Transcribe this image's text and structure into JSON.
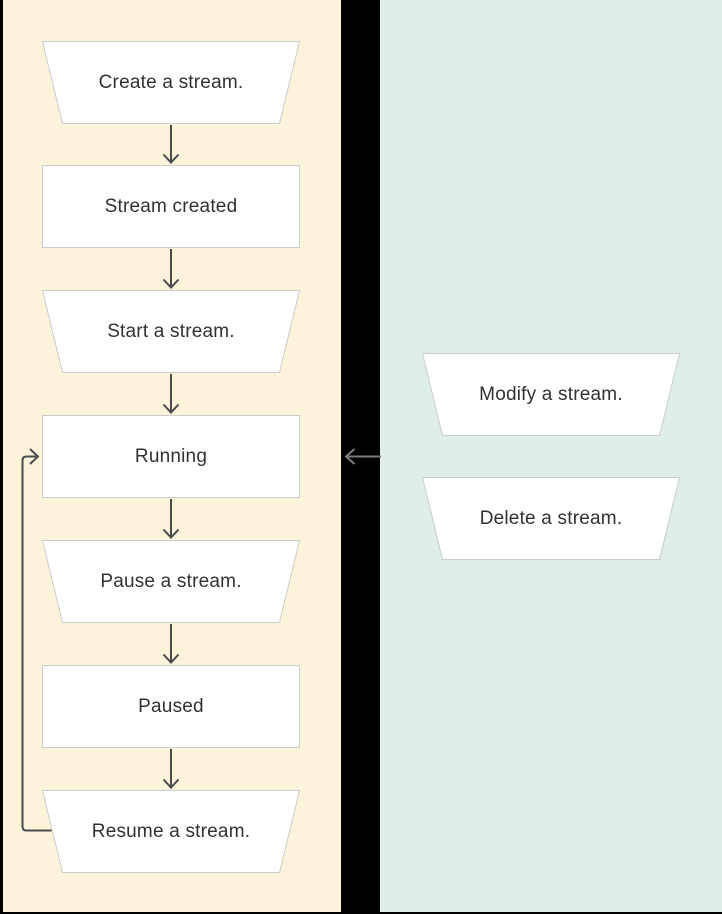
{
  "diagram": {
    "left_panel": {
      "background": "#fbf3da",
      "nodes": [
        {
          "label": "Create a stream.",
          "shape": "trapezoid",
          "kind": "action"
        },
        {
          "label": "Stream created",
          "shape": "rectangle",
          "kind": "state"
        },
        {
          "label": "Start a stream.",
          "shape": "trapezoid",
          "kind": "action"
        },
        {
          "label": "Running",
          "shape": "rectangle",
          "kind": "state"
        },
        {
          "label": "Pause a stream.",
          "shape": "trapezoid",
          "kind": "action"
        },
        {
          "label": "Paused",
          "shape": "rectangle",
          "kind": "state"
        },
        {
          "label": "Resume a stream.",
          "shape": "trapezoid",
          "kind": "action"
        }
      ]
    },
    "right_panel": {
      "background": "#dfeee7",
      "nodes": [
        {
          "label": "Modify a stream.",
          "shape": "trapezoid",
          "kind": "action"
        },
        {
          "label": "Delete a stream.",
          "shape": "trapezoid",
          "kind": "action"
        }
      ]
    },
    "edges": [
      {
        "from": "Create a stream.",
        "to": "Stream created",
        "style": "down-arrow"
      },
      {
        "from": "Stream created",
        "to": "Start a stream.",
        "style": "down-arrow"
      },
      {
        "from": "Start a stream.",
        "to": "Running",
        "style": "down-arrow"
      },
      {
        "from": "Running",
        "to": "Pause a stream.",
        "style": "down-arrow"
      },
      {
        "from": "Pause a stream.",
        "to": "Paused",
        "style": "down-arrow"
      },
      {
        "from": "Paused",
        "to": "Resume a stream.",
        "style": "down-arrow"
      },
      {
        "from": "Resume a stream.",
        "to": "Running",
        "style": "loop-back-left"
      },
      {
        "from": "right-panel",
        "to": "Running",
        "style": "left-arrow-across-gutter"
      }
    ],
    "colors": {
      "left_panel_bg": "#fbf3da",
      "right_panel_bg": "#dfeee7",
      "gutter_bg": "#000000",
      "node_fill": "#ffffff",
      "node_border": "#cbcccd",
      "flow_arrow": "#4a4b4d",
      "cross_panel_arrow": "#7d7d7d",
      "text": "#303235"
    }
  }
}
